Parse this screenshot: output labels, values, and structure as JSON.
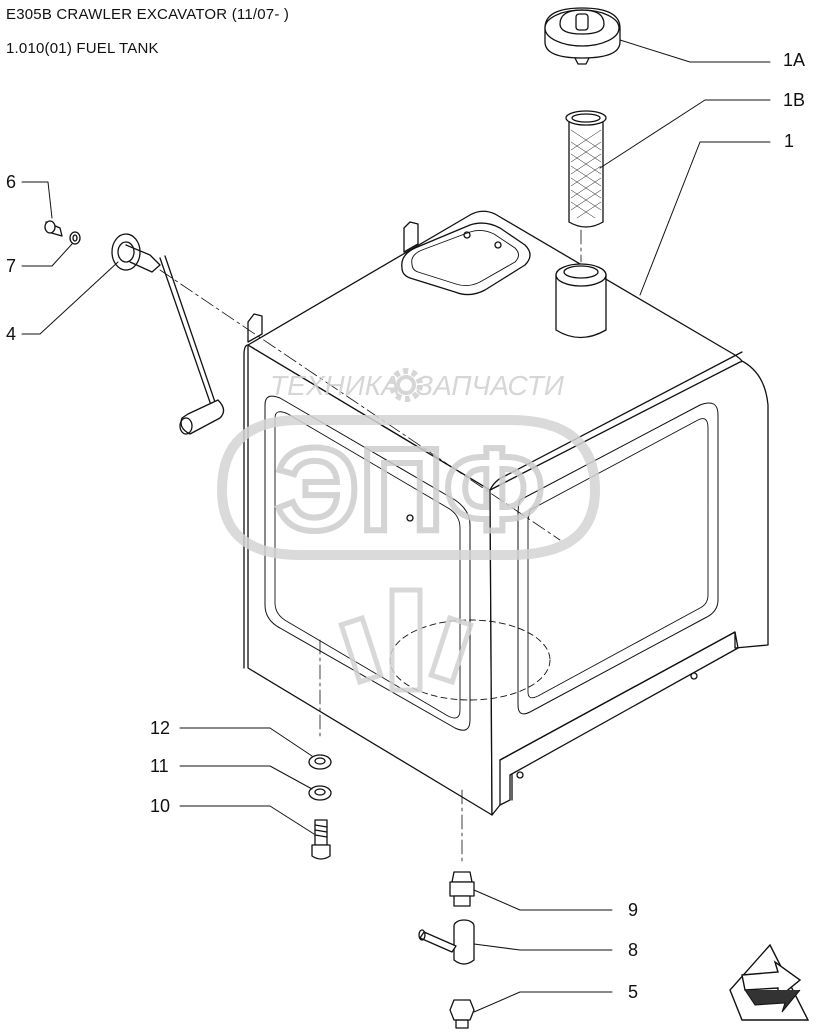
{
  "header": {
    "title": "E305B CRAWLER EXCAVATOR (11/07- )",
    "subtitle": "1.010(01) FUEL TANK"
  },
  "callouts": {
    "c1A": "1A",
    "c1B": "1B",
    "c1": "1",
    "c6": "6",
    "c7": "7",
    "c4": "4",
    "c12": "12",
    "c11": "11",
    "c10": "10",
    "c9": "9",
    "c8": "8",
    "c5": "5"
  },
  "watermark": {
    "left_text": "ТЕХНИКА",
    "right_text": "ЗАПЧАСТИ",
    "logo_text": "ЭПФ"
  },
  "colors": {
    "line": "#111111",
    "watermark": "#c8c8c8"
  },
  "icons": {
    "nav": "next-page-arrow-icon"
  }
}
